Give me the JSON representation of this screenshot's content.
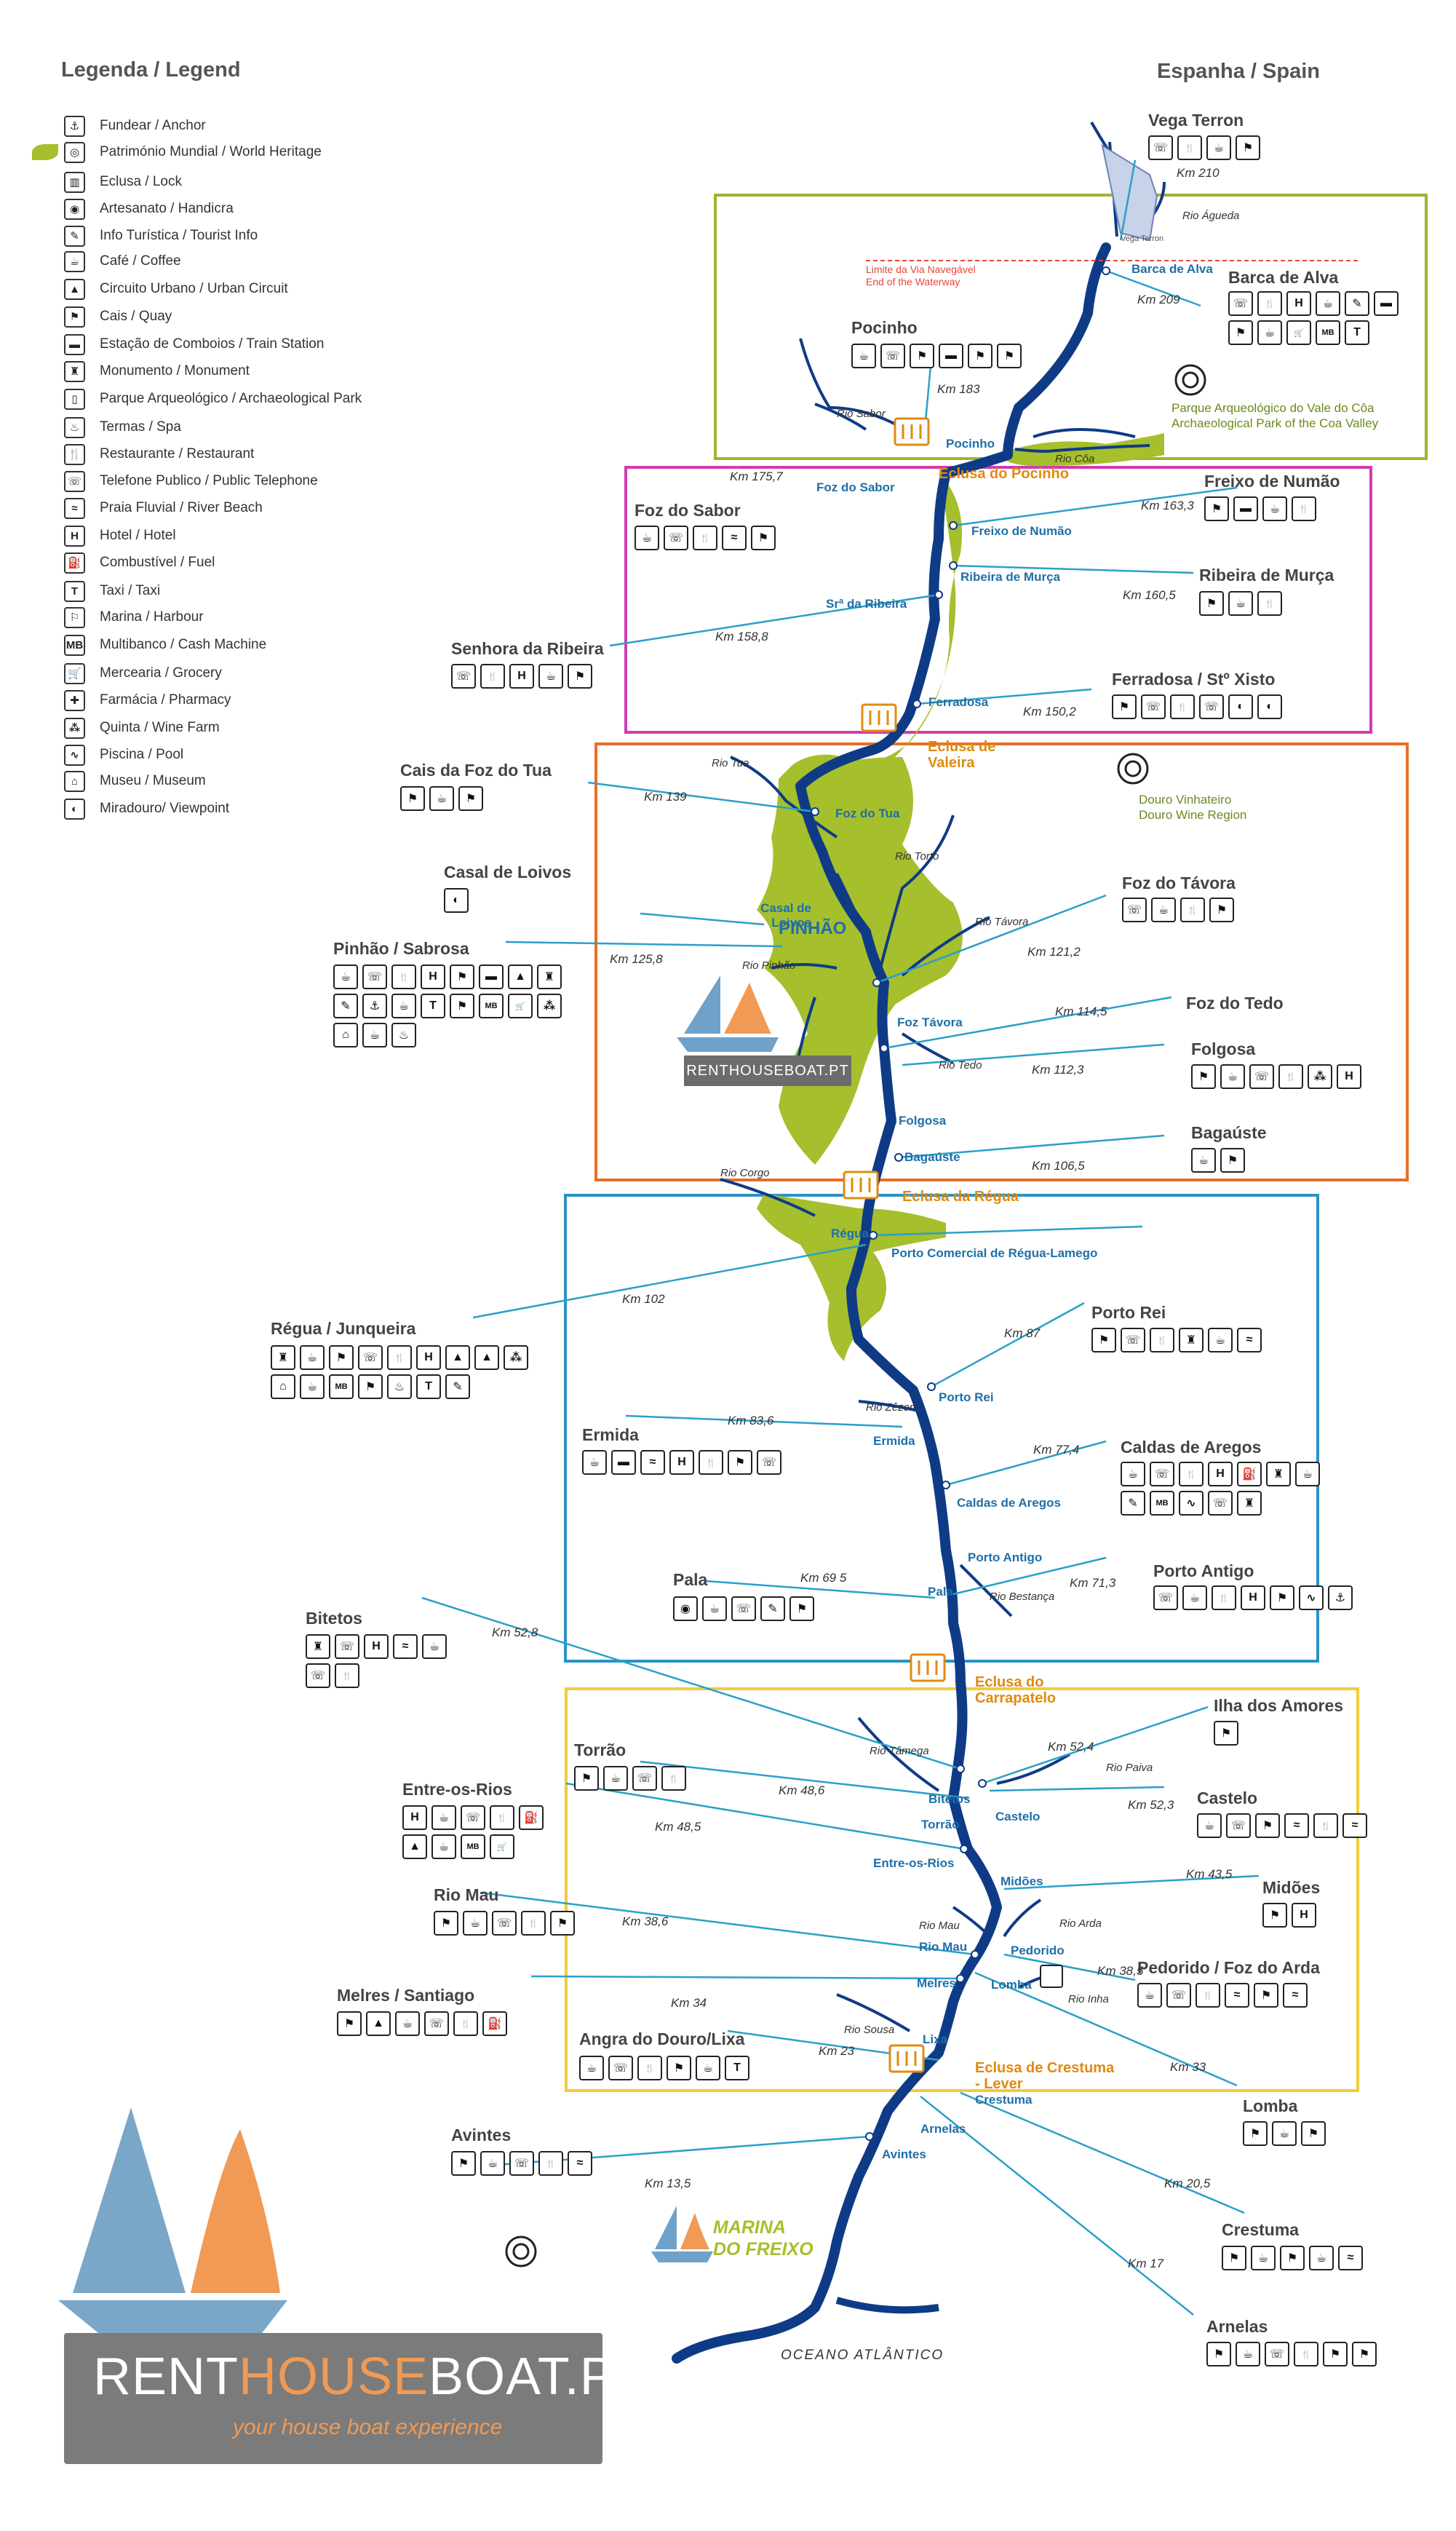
{
  "legend": {
    "title": "Legenda / Legend",
    "items": [
      {
        "icon": "anchor-icon",
        "glyph": "⚓",
        "label": "Fundear / Anchor"
      },
      {
        "icon": "world-heritage-icon",
        "glyph": "◎",
        "label": "Património Mundial /  World Heritage"
      },
      {
        "icon": "lock-icon",
        "glyph": "▥",
        "label": "Eclusa / Lock"
      },
      {
        "icon": "handicraft-icon",
        "glyph": "◉",
        "label": "Artesanato / Handicra"
      },
      {
        "icon": "tourist-info-icon",
        "glyph": "✎",
        "label": "Info Turística / Tourist Info"
      },
      {
        "icon": "coffee-icon",
        "glyph": "☕",
        "label": "Café / Coffee"
      },
      {
        "icon": "urban-circuit-icon",
        "glyph": "▲",
        "label": "Circuito Urbano / Urban Circuit"
      },
      {
        "icon": "quay-icon",
        "glyph": "⚑",
        "label": "Cais / Quay"
      },
      {
        "icon": "train-icon",
        "glyph": "▬",
        "label": "Estação de Comboios / Train Station"
      },
      {
        "icon": "monument-icon",
        "glyph": "♜",
        "label": "Monumento / Monument"
      },
      {
        "icon": "archaeological-park-icon",
        "glyph": "▯",
        "label": "Parque Arqueológico / Archaeological Park"
      },
      {
        "icon": "spa-icon",
        "glyph": "♨",
        "label": "Termas / Spa"
      },
      {
        "icon": "restaurant-icon",
        "glyph": "🍴",
        "label": "Restaurante / Restaurant"
      },
      {
        "icon": "telephone-icon",
        "glyph": "☏",
        "label": "Telefone Publico / Public Telephone"
      },
      {
        "icon": "river-beach-icon",
        "glyph": "≈",
        "label": "Praia Fluvial / River Beach"
      },
      {
        "icon": "hotel-icon",
        "glyph": "H",
        "label": "Hotel / Hotel"
      },
      {
        "icon": "fuel-icon",
        "glyph": "⛽",
        "label": "Combustível / Fuel"
      },
      {
        "icon": "taxi-icon",
        "glyph": "T",
        "label": "Taxi / Taxi"
      },
      {
        "icon": "harbour-icon",
        "glyph": "⚐",
        "label": "Marina / Harbour"
      },
      {
        "icon": "cash-machine-icon",
        "glyph": "MB",
        "label": "Multibanco / Cash Machine"
      },
      {
        "icon": "grocery-icon",
        "glyph": "🛒",
        "label": "Mercearia / Grocery"
      },
      {
        "icon": "pharmacy-icon",
        "glyph": "✚",
        "label": "Farmácia / Pharmacy"
      },
      {
        "icon": "wine-farm-icon",
        "glyph": "⁂",
        "label": "Quinta / Wine Farm"
      },
      {
        "icon": "pool-icon",
        "glyph": "∿",
        "label": "Piscina / Pool"
      },
      {
        "icon": "museum-icon",
        "glyph": "⌂",
        "label": "Museu / Museum"
      },
      {
        "icon": "viewpoint-icon",
        "glyph": "◐",
        "label": "Miradouro/ Viewpoint"
      }
    ]
  },
  "header": {
    "spain": "Espanha / Spain"
  },
  "map": {
    "places": [
      {
        "name": "Vega Terron",
        "icons": [
          "☏",
          "🍴",
          "☕",
          "⚑"
        ]
      },
      {
        "name": "Barca de Alva",
        "icons": [
          "☏",
          "🍴",
          "H",
          "☕",
          "✎",
          "▬",
          "⚑",
          "☕",
          "🛒",
          "MB",
          "T"
        ]
      },
      {
        "name": "Pocinho",
        "icons": [
          "☕",
          "☏",
          "⚑",
          "▬",
          "⚑",
          "⚑"
        ]
      },
      {
        "name": "Foz do Sabor",
        "icons": [
          "☕",
          "☏",
          "🍴",
          "≈",
          "⚑"
        ]
      },
      {
        "name": "Freixo de Numão",
        "icons": [
          "⚑",
          "▬",
          "☕",
          "🍴"
        ]
      },
      {
        "name": "Ribeira de Murça",
        "icons": [
          "⚑",
          "☕",
          "🍴"
        ]
      },
      {
        "name": "Senhora da Ribeira",
        "icons": [
          "☏",
          "🍴",
          "H",
          "☕",
          "⚑"
        ]
      },
      {
        "name": "Ferradosa / Stº Xisto",
        "icons": [
          "⚑",
          "☏",
          "🍴",
          "☏",
          "◐",
          "◐"
        ]
      },
      {
        "name": "Cais da Foz do Tua",
        "icons": [
          "⚑",
          "☕",
          "⚑"
        ]
      },
      {
        "name": "Casal de Loivos",
        "icons": [
          "◐"
        ]
      },
      {
        "name": "Pinhão / Sabrosa",
        "icons": [
          "☕",
          "☏",
          "🍴",
          "H",
          "⚑",
          "▬",
          "▲",
          "♜",
          "✎",
          "⚓",
          "☕",
          "T",
          "⚑",
          "MB",
          "🛒",
          "⁂",
          "⌂",
          "☕",
          "♨"
        ]
      },
      {
        "name": "Foz do Távora",
        "icons": [
          "☏",
          "☕",
          "🍴",
          "⚑"
        ]
      },
      {
        "name": "Foz do Tedo",
        "icons": []
      },
      {
        "name": "Folgosa",
        "icons": [
          "⚑",
          "☕",
          "☏",
          "🍴",
          "⁂",
          "H"
        ]
      },
      {
        "name": "Bagaúste",
        "icons": [
          "☕",
          "⚑"
        ]
      },
      {
        "name": "Régua / Junqueira",
        "icons": [
          "♜",
          "☕",
          "⚑",
          "☏",
          "🍴",
          "H",
          "▲",
          "▲",
          "⁂",
          "⌂",
          "☕",
          "MB",
          "⚑",
          "♨",
          "T",
          "✎"
        ]
      },
      {
        "name": "Porto Rei",
        "icons": [
          "⚑",
          "☏",
          "🍴",
          "♜",
          "☕",
          "≈"
        ]
      },
      {
        "name": "Ermida",
        "icons": [
          "☕",
          "▬",
          "≈",
          "H",
          "🍴",
          "⚑",
          "☏"
        ]
      },
      {
        "name": "Caldas de Aregos",
        "icons": [
          "☕",
          "☏",
          "🍴",
          "H",
          "⛽",
          "♜",
          "☕",
          "✎",
          "MB",
          "∿",
          "☏",
          "♜"
        ]
      },
      {
        "name": "Porto Antigo",
        "icons": [
          "☏",
          "☕",
          "🍴",
          "H",
          "⚑",
          "∿",
          "⚓"
        ]
      },
      {
        "name": "Pala",
        "icons": [
          "◉",
          "☕",
          "☏",
          "✎",
          "⚑"
        ]
      },
      {
        "name": "Bitetos",
        "icons": [
          "♜",
          "☏",
          "H",
          "≈",
          "☕",
          "☏",
          "🍴"
        ]
      },
      {
        "name": "Ilha dos Amores",
        "icons": [
          "⚑"
        ]
      },
      {
        "name": "Torrão",
        "icons": [
          "⚑",
          "☕",
          "☏",
          "🍴"
        ]
      },
      {
        "name": "Entre-os-Rios",
        "icons": [
          "H",
          "☕",
          "☏",
          "🍴",
          "⛽",
          "▲",
          "☕",
          "MB",
          "🛒"
        ]
      },
      {
        "name": "Castelo",
        "icons": [
          "☕",
          "☏",
          "⚑",
          "≈",
          "🍴",
          "≈"
        ]
      },
      {
        "name": "Rio Mau",
        "icons": [
          "⚑",
          "☕",
          "☏",
          "🍴",
          "⚑"
        ]
      },
      {
        "name": "Midões",
        "icons": [
          "⚑",
          "H"
        ]
      },
      {
        "name": "Pedorido / Foz do Arda",
        "icons": [
          "☕",
          "☏",
          "🍴",
          "≈",
          "⚑",
          "≈"
        ]
      },
      {
        "name": "Melres / Santiago",
        "icons": [
          "⚑",
          "▲",
          "☕",
          "☏",
          "🍴",
          "⛽"
        ]
      },
      {
        "name": "Angra do Douro/Lixa",
        "icons": [
          "☕",
          "☏",
          "🍴",
          "⚑",
          "☕",
          "T"
        ]
      },
      {
        "name": "Lomba",
        "icons": [
          "⚑",
          "☕",
          "⚑"
        ]
      },
      {
        "name": "Avintes",
        "icons": [
          "⚑",
          "☕",
          "☏",
          "🍴",
          "≈"
        ]
      },
      {
        "name": "Crestuma",
        "icons": [
          "⚑",
          "☕",
          "⚑",
          "☕",
          "≈"
        ]
      },
      {
        "name": "Arnelas",
        "icons": [
          "⚑",
          "☕",
          "☏",
          "🍴",
          "⚑",
          "⚑"
        ]
      }
    ],
    "km": [
      "Km 210",
      "Km 209",
      "Km 183",
      "Km 175,7",
      "Km 163,3",
      "Km 160,5",
      "Km 158,8",
      "Km 150,2",
      "Km 139",
      "Km 125,8",
      "Km 121,2",
      "Km 114,5",
      "Km 112,3",
      "Km 106,5",
      "Km 102",
      "Km 87",
      "Km 83,6",
      "Km 77,4",
      "Km 69 5",
      "Km 71,3",
      "Km 52,8",
      "Km 52,4",
      "Km 48,6",
      "Km 52,3",
      "Km 48,5",
      "Km 43,5",
      "Km 38,6",
      "Km 38,5",
      "Km 34",
      "Km 23",
      "Km 33",
      "Km 20,5",
      "Km 13,5",
      "Km 17"
    ],
    "rivers": [
      "Rio Águeda",
      "Rio Sabor",
      "Rio Côa",
      "Rio Tua",
      "Rio Torto",
      "Rio Távora",
      "Rio Pinhão",
      "Rio Tedo",
      "Rio Corgo",
      "Rio Zêzere",
      "Rio Bestança",
      "Rio Tâmega",
      "Rio Paiva",
      "Rio Mau",
      "Rio Arda",
      "Rio Inha",
      "Rio Sousa"
    ],
    "waypoints": [
      "Barca de Alva",
      "Pocinho",
      "Foz do Sabor",
      "Freixo de Numão",
      "Ribeira de Murça",
      "Srª da Ribeira",
      "Ferradosa",
      "Foz do Tua",
      "Casal de Loivos",
      "Foz Távora",
      "Folgosa",
      "Bagaúste",
      "Régua",
      "Porto Comercial de Régua-Lamego",
      "Porto Rei",
      "Ermida",
      "Caldas de Aregos",
      "Porto Antigo",
      "Pala",
      "Bitetos",
      "Torrão",
      "Castelo",
      "Entre-os-Rios",
      "Midões",
      "Rio Mau",
      "Pedorido",
      "Melres",
      "Lomba",
      "Lixa",
      "Crestuma",
      "Arnelas",
      "Avintes"
    ],
    "locks": [
      "Eclusa do Pocinho",
      "Eclusa de Valeira",
      "Eclusa da Régua",
      "Eclusa do Carrapatelo",
      "Eclusa de Crestuma - Lever"
    ],
    "pinhao_label": "PINHÃO",
    "limit_note": [
      "Limite da Via Navegável",
      "End of the Waterway"
    ],
    "vega_label": "Vega Terron",
    "coa_note": [
      "Parque Arqueológico do Vale do Côa",
      "Archaeological Park of the Coa Valley"
    ],
    "douro_note": [
      "Douro Vinhateiro",
      "Douro Wine Region"
    ],
    "ocean": "OCEANO ATLÂNTICO",
    "marina": [
      "MARINA",
      "DO FREIXO"
    ],
    "small_logo": "RENTHOUSEBOAT.PT"
  },
  "brand": {
    "rent": "RENT",
    "house": "HOUSE",
    "boat": "BOAT.PT",
    "tagline": "your house boat experience"
  },
  "colors": {
    "river": "#0f3b86",
    "valley": "#a5bf2d",
    "zone1": "#a2b32c",
    "zone2": "#d23ab4",
    "zone3": "#e86e2a",
    "zone4": "#2a93c6",
    "zone5": "#f0cc3a",
    "leader": "#2aa0c8",
    "lock": "#e08a10"
  }
}
